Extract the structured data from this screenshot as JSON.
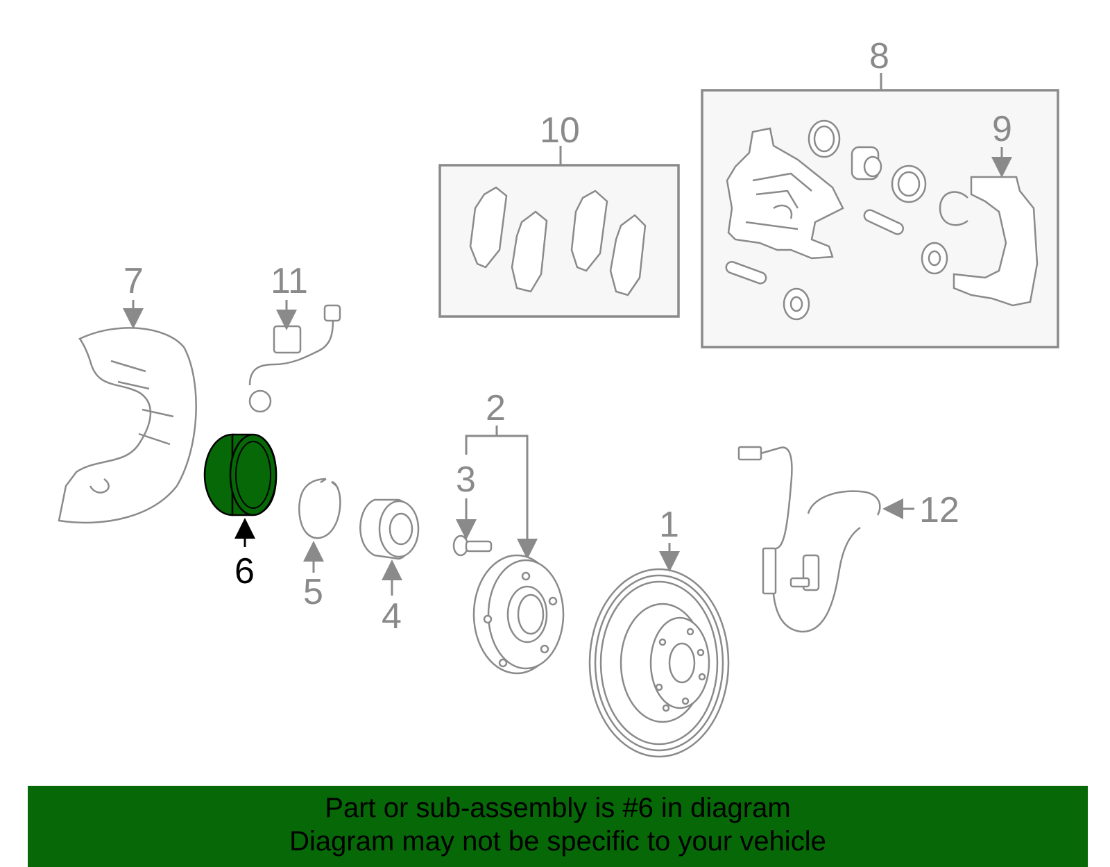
{
  "diagram": {
    "highlight_color": "#066806",
    "selected_callout": "6",
    "callouts": {
      "c1": "1",
      "c2": "2",
      "c3": "3",
      "c4": "4",
      "c5": "5",
      "c6": "6",
      "c7": "7",
      "c8": "8",
      "c9": "9",
      "c10": "10",
      "c11": "11",
      "c12": "12"
    }
  },
  "banner": {
    "line1": "Part or sub-assembly is #6 in diagram",
    "line2": "Diagram may not be specific to your vehicle",
    "background": "#066806"
  }
}
